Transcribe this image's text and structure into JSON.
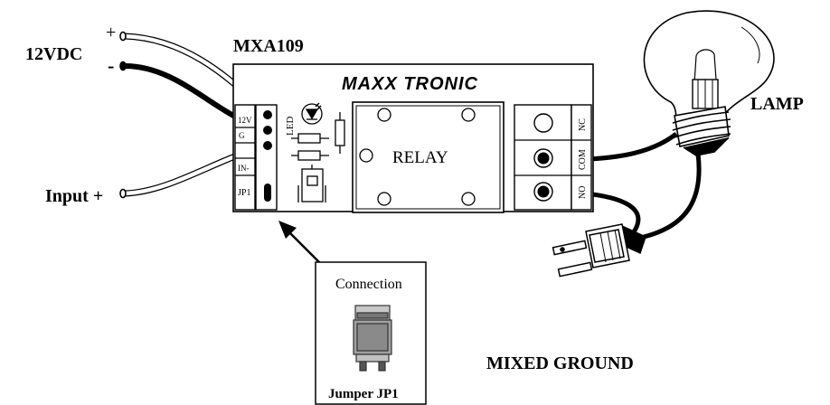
{
  "power": {
    "label": "12VDC",
    "plus_sign": "+",
    "minus_sign": "-"
  },
  "input": {
    "label": "Input +"
  },
  "board": {
    "model": "MXA109",
    "brand": "MAXX TRONIC",
    "relay_label": "RELAY",
    "led_label": "LED",
    "left_terminals": [
      "12V",
      "G",
      "IN-",
      "JP1"
    ],
    "right_terminals": [
      "NC",
      "COM",
      "NO"
    ]
  },
  "lamp": {
    "label": "LAMP"
  },
  "jumper": {
    "title": "Connection",
    "label": "Jumper JP1"
  },
  "mode": {
    "label": "MIXED GROUND"
  },
  "colors": {
    "line": "#000000",
    "background": "#ffffff",
    "wire_fill": "#ffffff",
    "jumper_gray": "#9a9a9a",
    "jumper_dark": "#555555"
  }
}
